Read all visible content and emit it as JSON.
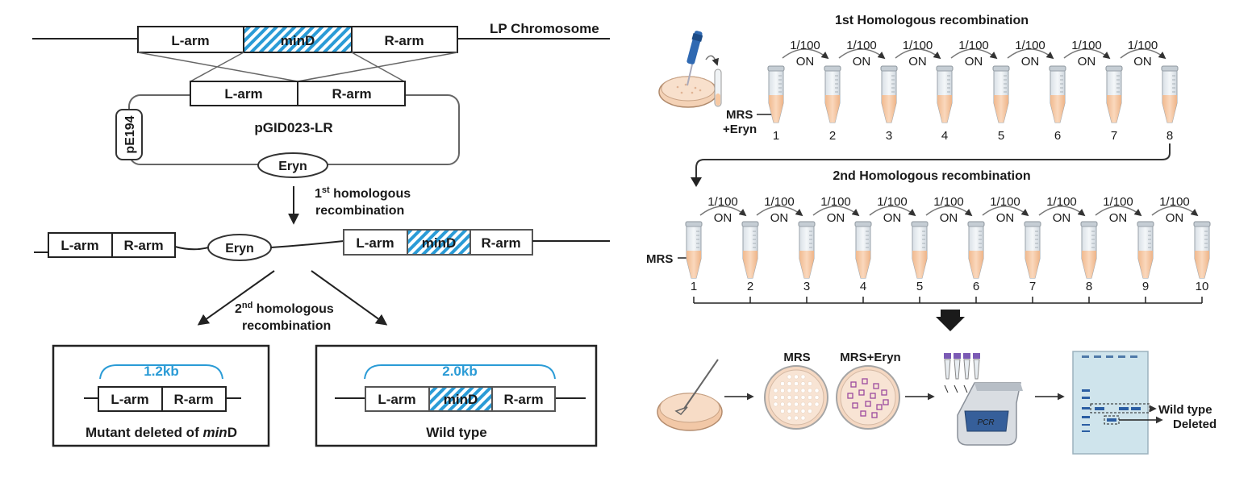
{
  "left": {
    "chromosome_label": "LP Chromosome",
    "l_arm": "L-arm",
    "r_arm": "R-arm",
    "mind": "minD",
    "plasmid_name": "pGID023-LR",
    "ori_label": "pE194",
    "eryn": "Eryn",
    "first_hr_prefix": "1",
    "first_hr_sup": "st",
    "first_hr_line1": " homologous",
    "first_hr_line2": "recombination",
    "second_hr_prefix": "2",
    "second_hr_sup": "nd",
    "second_hr_line1": " homologous",
    "second_hr_line2": "recombination",
    "mutant_size": "1.2kb",
    "wild_size": "2.0kb",
    "mutant_caption_a": "Mutant deleted of ",
    "mutant_caption_b": "min",
    "mutant_caption_c": "D",
    "wild_caption": "Wild type"
  },
  "right": {
    "first_hr_title": "1st Homologous recombination",
    "second_hr_title": "2nd Homologous recombination",
    "dilution": "1/100",
    "overnight": "ON",
    "mrs_eryn_line1": "MRS",
    "mrs_eryn_line2": "+Eryn",
    "mrs": "MRS",
    "row1_numbers": [
      "1",
      "2",
      "3",
      "4",
      "5",
      "6",
      "7",
      "8"
    ],
    "row2_numbers": [
      "1",
      "2",
      "3",
      "4",
      "5",
      "6",
      "7",
      "8",
      "9",
      "10"
    ],
    "plate_mrs": "MRS",
    "plate_mrs_eryn": "MRS+Eryn",
    "pcr_label": "PCR",
    "gel_wild": "Wild type",
    "gel_deleted": "Deleted"
  },
  "colors": {
    "accent_blue": "#2a9bd6",
    "medium": "#f6c9a4",
    "tube": "#e9eef2"
  }
}
